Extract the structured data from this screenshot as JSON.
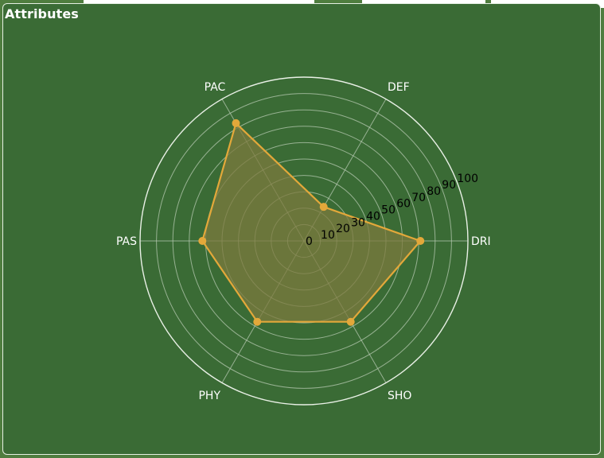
{
  "panel": {
    "title": "Attributes"
  },
  "chart_data": {
    "type": "radar",
    "categories": [
      "DRI",
      "DEF",
      "PAC",
      "PAS",
      "PHY",
      "SHO"
    ],
    "values": [
      71,
      24,
      83,
      62,
      57,
      57
    ],
    "rlim": [
      0,
      100
    ],
    "r_ticks": [
      0,
      10,
      20,
      30,
      40,
      50,
      60,
      70,
      80,
      90,
      100
    ],
    "grid": true,
    "title": ""
  },
  "colors": {
    "panel_background": "#3a6b35",
    "line": "#e3a83a",
    "fill": "#7c7a3e",
    "grid": "#b7c9b2",
    "outer_ring": "#e9f0e6",
    "category_label": "#ffffff",
    "tick_label": "#000000"
  }
}
